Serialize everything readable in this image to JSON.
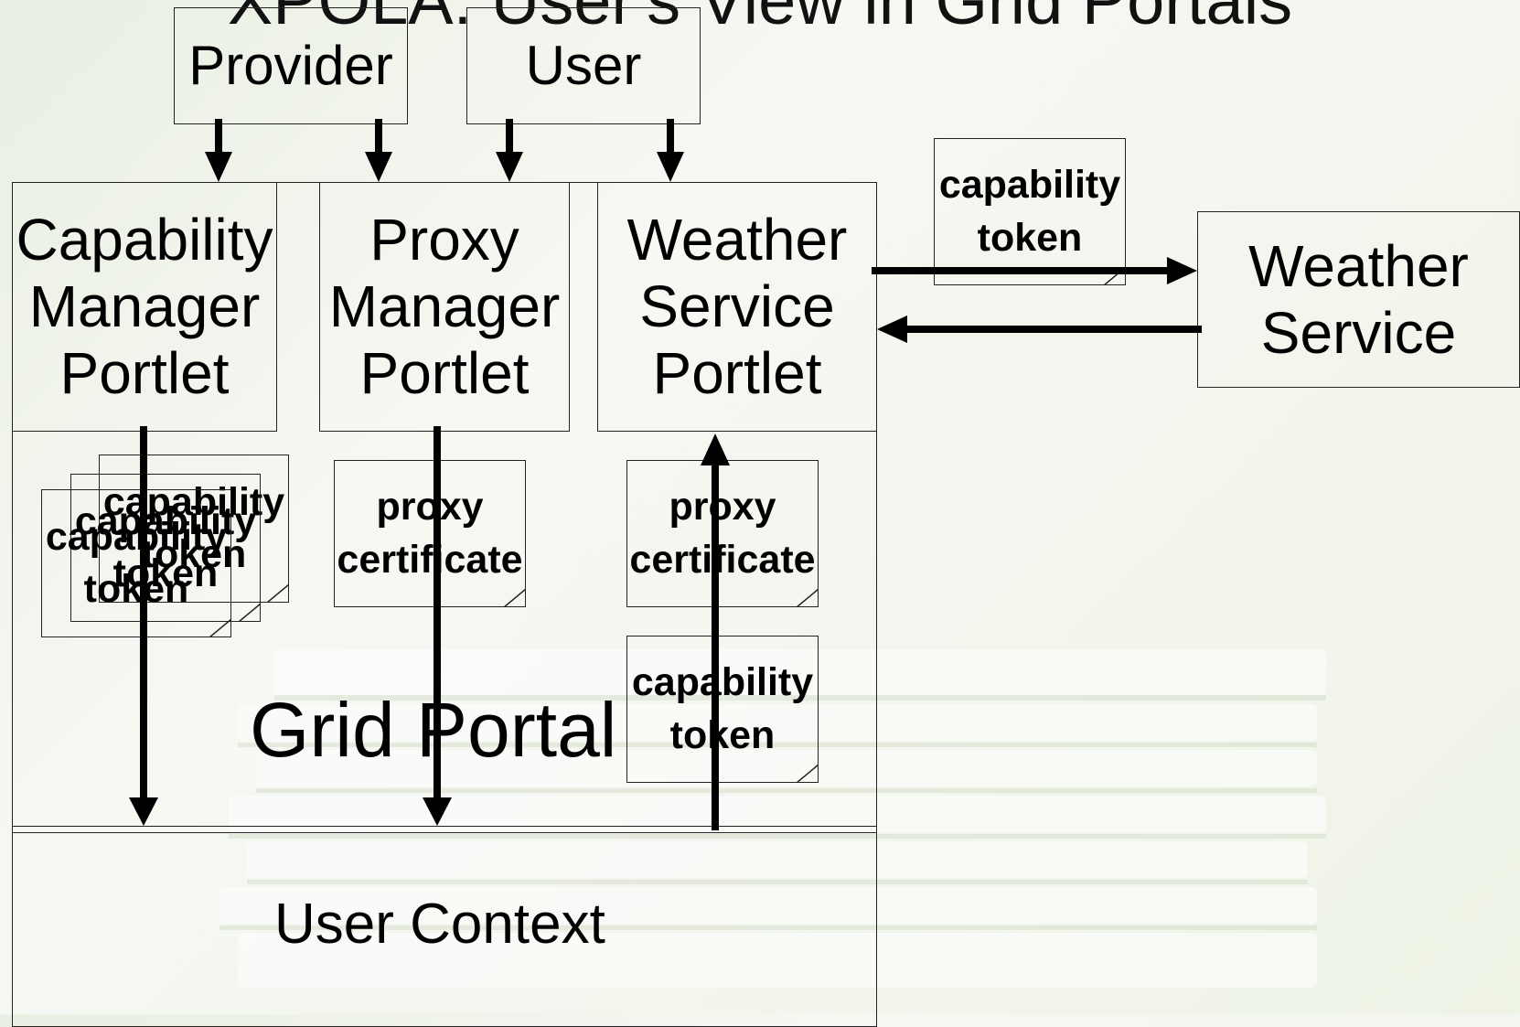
{
  "title_fragment": "XPOLA: User's View in Grid Portals",
  "boxes": {
    "provider": "Provider",
    "user": "User",
    "capability_manager_portlet": "Capability\nManager\nPortlet",
    "proxy_manager_portlet": "Proxy\nManager\nPortlet",
    "weather_service_portlet": "Weather\nService\nPortlet",
    "weather_service": "Weather\nService"
  },
  "documents": {
    "capability_token_request": "capability\ntoken",
    "capability_token_stack_1": "capability\ntoken",
    "capability_token_stack_2": "capability\ntoken",
    "capability_token_stack_3": "capability\ntoken",
    "proxy_certificate_1": "proxy\ncertificate",
    "proxy_certificate_2": "proxy\ncertificate",
    "capability_token_weather": "capability\ntoken"
  },
  "labels": {
    "grid_portal": "Grid Portal",
    "user_context": "User Context"
  }
}
